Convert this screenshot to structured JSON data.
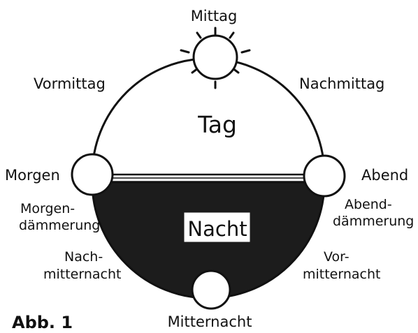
{
  "diagram": {
    "labels": {
      "mittag": "Mittag",
      "vormittag": "Vormittag",
      "nachmittag": "Nachmittag",
      "tag": "Tag",
      "morgen": "Morgen",
      "abend": "Abend",
      "morgendaemmerung_line1": "Morgen-",
      "morgendaemmerung_line2": "dämmerung",
      "abenddaemmerung_line1": "Abend-",
      "abenddaemmerung_line2": "dämmerung",
      "nacht": "Nacht",
      "nachmitternacht_line1": "Nach-",
      "nachmitternacht_line2": "mitternacht",
      "vormitternacht_line1": "Vor-",
      "vormitternacht_line2": "mitternacht",
      "mitternacht": "Mitternacht"
    },
    "caption": "Abb. 1",
    "colors": {
      "night_fill": "#1c1c1c",
      "line": "#111111",
      "background": "#ffffff"
    },
    "icons": {
      "sun": "sun-icon"
    }
  }
}
